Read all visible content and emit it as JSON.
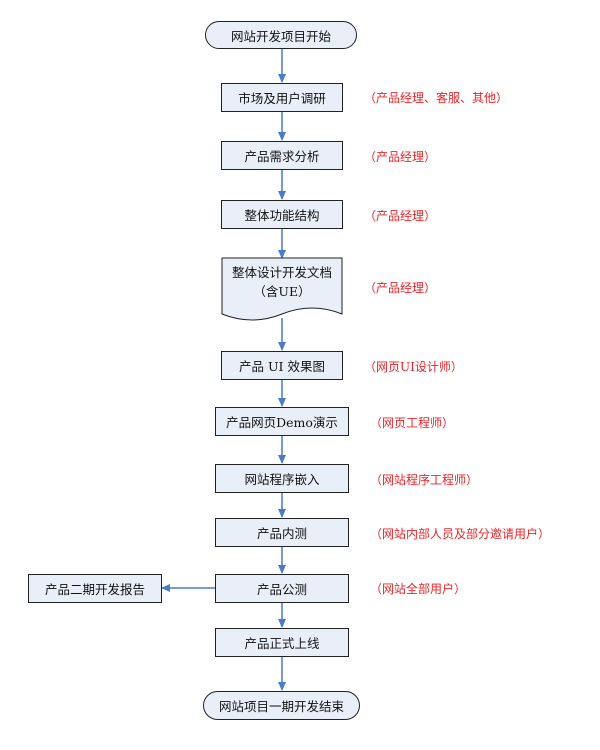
{
  "flow": {
    "start": "网站开发项目开始",
    "end": "网站项目一期开发结束",
    "steps": [
      {
        "label": "市场及用户调研",
        "role": "（产品经理、客服、其他）"
      },
      {
        "label": "产品需求分析",
        "role": "（产品经理）"
      },
      {
        "label": "整体功能结构",
        "role": "（产品经理）"
      },
      {
        "label_line1": "整体设计开发文档",
        "label_line2": "（含UE）",
        "role": "（产品经理）"
      },
      {
        "label": "产品 UI 效果图",
        "role": "（网页UI设计师）"
      },
      {
        "label": "产品网页Demo演示",
        "role": "（网页工程师）"
      },
      {
        "label": "网站程序嵌入",
        "role": "（网站程序工程师）"
      },
      {
        "label": "产品内测",
        "role": "（网站内部人员及部分邀请用户）"
      },
      {
        "label": "产品公测",
        "role": "（网站全部用户）"
      },
      {
        "label": "产品正式上线"
      }
    ],
    "side_output": "产品二期开发报告"
  },
  "colors": {
    "box_fill": "#e9eff8",
    "border": "#222222",
    "arrow": "#4a7cc9",
    "role_text": "#e8262a"
  }
}
